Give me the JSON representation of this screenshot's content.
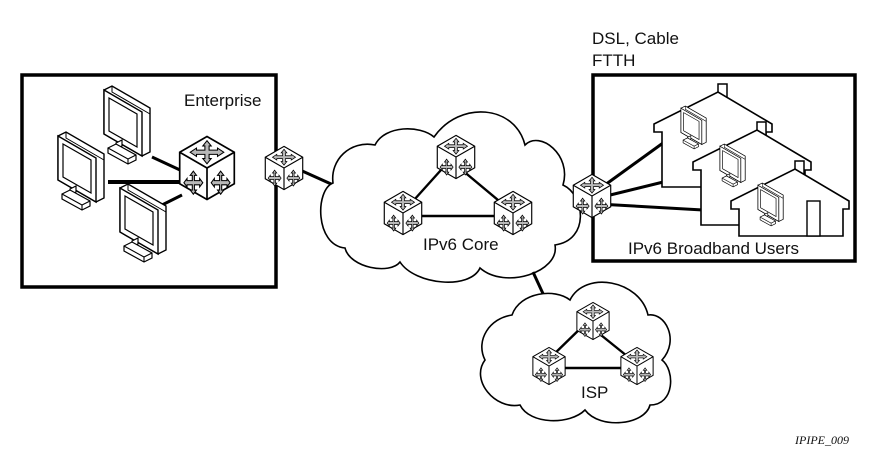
{
  "diagram": {
    "enterprise": {
      "label": "Enterprise",
      "workstations": 3,
      "router": "enterprise-router"
    },
    "edge_router_left": {
      "role": "provider-edge-router"
    },
    "core": {
      "label": "IPv6 Core",
      "routers": 3,
      "topology": "triangle"
    },
    "edge_router_right": {
      "role": "provider-edge-router"
    },
    "broadband": {
      "label": "IPv6 Broadband Users",
      "access_caption_line1": "DSL, Cable",
      "access_caption_line2": "FTTH",
      "homes": 3
    },
    "isp": {
      "label": "ISP",
      "routers": 3,
      "topology": "triangle"
    },
    "figure_id": "IPIPE_009",
    "icons": {
      "router": "router-cube-icon",
      "workstation": "monitor-icon",
      "home": "house-icon",
      "network": "cloud-icon"
    }
  }
}
